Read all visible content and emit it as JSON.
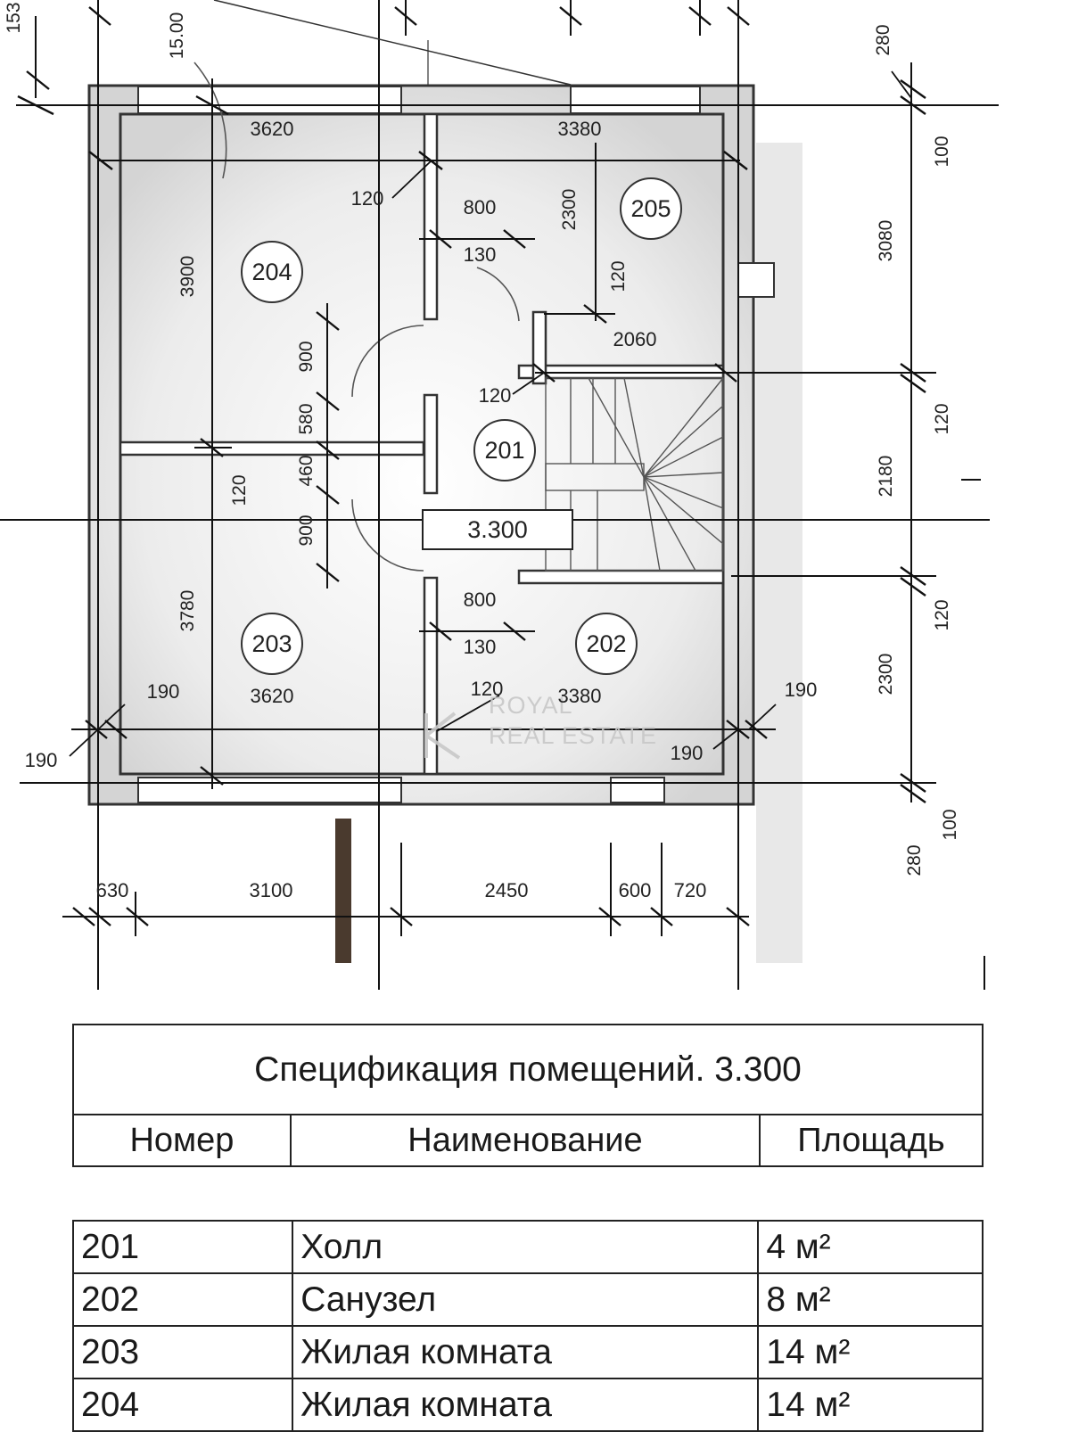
{
  "plan": {
    "level_mark": "3.300",
    "watermark": {
      "line1": "ROYAL",
      "line2": "REAL ESTATE"
    },
    "rooms": [
      {
        "id": "201",
        "label": "201"
      },
      {
        "id": "202",
        "label": "202"
      },
      {
        "id": "203",
        "label": "203"
      },
      {
        "id": "204",
        "label": "204"
      },
      {
        "id": "205",
        "label": "205"
      }
    ],
    "dims": {
      "top_left_153": "153",
      "top_angle": "15.00",
      "w_3620_top": "3620",
      "w_3380_top": "3380",
      "d_120_a": "120",
      "d_800_a": "800",
      "d_130_a": "130",
      "d_2300_a": "2300",
      "d_120_b": "120",
      "d_2060": "2060",
      "d_120_c": "120",
      "h_3900": "3900",
      "d_900_a": "900",
      "d_580": "580",
      "d_460": "460",
      "d_120_d": "120",
      "d_900_b": "900",
      "h_3780": "3780",
      "d_800_b": "800",
      "d_130_b": "130",
      "d_120_e": "120",
      "w_3620_bot": "3620",
      "w_3380_bot": "3380",
      "d_190_a": "190",
      "d_190_b": "190",
      "d_190_c": "190",
      "d_190_d": "190",
      "r_280_top": "280",
      "r_100_top": "100",
      "r_3080": "3080",
      "r_120_a": "120",
      "r_2180": "2180",
      "r_120_b": "120",
      "r_2300": "2300",
      "r_100_bot": "100",
      "r_280_bot": "280",
      "b_630": "630",
      "b_3100": "3100",
      "b_2450": "2450",
      "b_600": "600",
      "b_720": "720"
    }
  },
  "spec": {
    "title": "Спецификация помещений. 3.300",
    "columns": {
      "number": "Номер",
      "name": "Наименование",
      "area": "Площадь"
    },
    "rows": [
      {
        "number": "201",
        "name": "Холл",
        "area": "4 м²"
      },
      {
        "number": "202",
        "name": "Санузел",
        "area": "8 м²"
      },
      {
        "number": "203",
        "name": "Жилая комната",
        "area": "14 м²"
      },
      {
        "number": "204",
        "name": "Жилая комната",
        "area": "14 м²"
      }
    ]
  }
}
